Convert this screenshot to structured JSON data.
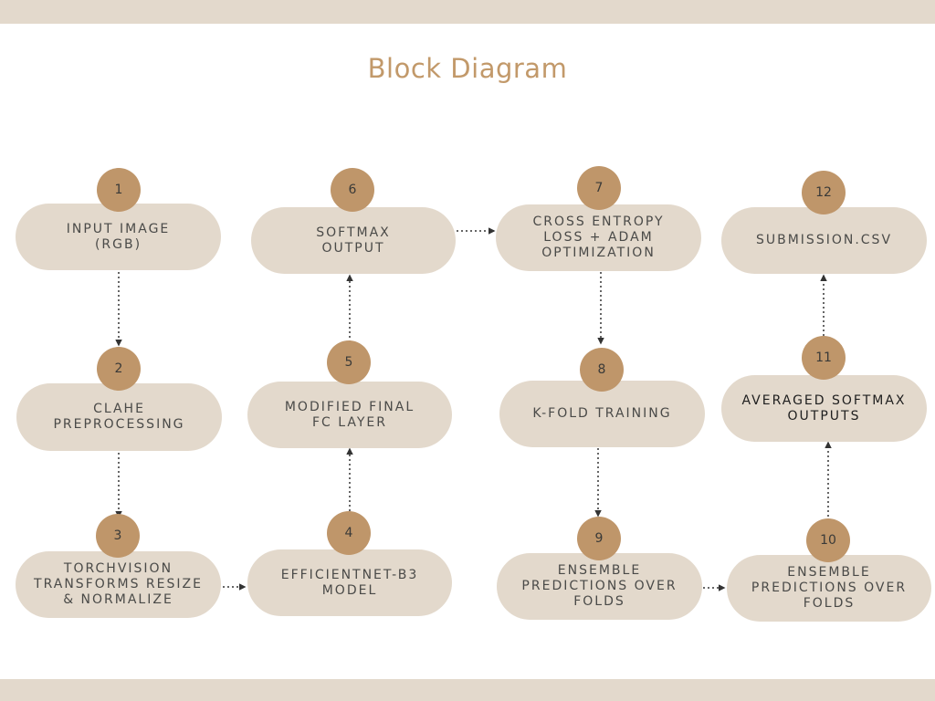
{
  "title": "Block Diagram",
  "colors": {
    "pill": "#e3d9cc",
    "badge": "#bf966a",
    "title": "#c2996a",
    "band": "#e3d9cc"
  },
  "steps": [
    {
      "num": "1",
      "label": "INPUT IMAGE\n(RGB)"
    },
    {
      "num": "2",
      "label": "CLAHE\nPREPROCESSING"
    },
    {
      "num": "3",
      "label": "TORCHVISION\nTRANSFORMS RESIZE\n& NORMALIZE"
    },
    {
      "num": "4",
      "label": "EFFICIENTNET-B3\nMODEL"
    },
    {
      "num": "5",
      "label": "MODIFIED FINAL\nFC LAYER"
    },
    {
      "num": "6",
      "label": "SOFTMAX\nOUTPUT"
    },
    {
      "num": "7",
      "label": "CROSS ENTROPY\nLOSS + ADAM\nOPTIMIZATION"
    },
    {
      "num": "8",
      "label": "K-FOLD TRAINING"
    },
    {
      "num": "9",
      "label": "ENSEMBLE\nPREDICTIONS OVER\nFOLDS"
    },
    {
      "num": "10",
      "label": "ENSEMBLE\nPREDICTIONS OVER\nFOLDS"
    },
    {
      "num": "11",
      "label": "AVERAGED SOFTMAX\nOUTPUTS"
    },
    {
      "num": "12",
      "label": "SUBMISSION.CSV"
    }
  ]
}
